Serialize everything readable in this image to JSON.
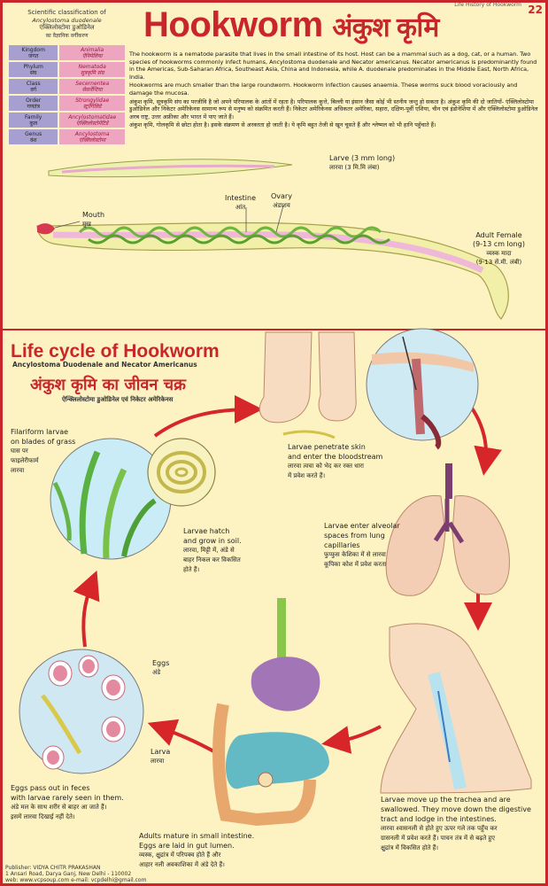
{
  "header": {
    "page_number": "22",
    "series_note": "Life History of Hookworm",
    "title_en": "Hookworm",
    "title_hi": "अंकुश कृमि"
  },
  "classification": {
    "heading": "Scientific classification of",
    "species": "Ancylostoma duodenale",
    "heading_hi": "एंक्लिलोस्टोमा डुओडिनेल",
    "heading_hi2": "का वैज्ञानिक वर्गीकरण",
    "rows": [
      {
        "rank": "Kingdom",
        "rank_hi": "जगत",
        "value": "Animalia",
        "value_hi": "ऐनिमेलिया"
      },
      {
        "rank": "Phylum",
        "rank_hi": "संघ",
        "value": "Nematoda",
        "value_hi": "सूत्रकृमि संघ"
      },
      {
        "rank": "Class",
        "rank_hi": "वर्ग",
        "value": "Secernentea",
        "value_hi": "सेसर्नेन्टिया"
      },
      {
        "rank": "Order",
        "rank_hi": "गणतंत्र",
        "value": "Strongylidae",
        "value_hi": "स्ट्रांगिलिडे"
      },
      {
        "rank": "Family",
        "rank_hi": "कुल",
        "value": "Ancylostomatidae",
        "value_hi": "एंक्लिलोस्टोमेटिडे"
      },
      {
        "rank": "Genus",
        "rank_hi": "वंश",
        "value": "Ancylostoma",
        "value_hi": "एंक्लिलोस्टोमा"
      }
    ]
  },
  "intro": {
    "p1": "The hookworm is a nematode parasite that lives in the small intestine of its host. Host can be a mammal such as a dog, cat, or a human. Two species of hookworms commonly infect humans, Ancylostoma duodenale and Necator americanus. Necator americanus is predominantly found in the Americas, Sub-Saharan Africa, Southeast Asia, China and Indonesia, while A. duodenale predominates in the Middle East, North Africa, India.",
    "p2": "Hookworms are much smaller than the large roundworm. Hookworm infection causes anaemia. These worms suck blood voraciously and damage the mucosa.",
    "p3_hi": "अंकुश कृमि, सूत्रकृमि संघ का परजीवि है जो अपने परिपालक के आंतों में रहता है। परिपालक कुत्ते, बिल्ली या इंसान जैसा कोई भी स्तनीय जन्तु हो सकता है। अंकुश कृमि की दो जातियाँ- एंक्लिलोस्टोमा डुओडिनेल और निकेटर अमेरिकेनस सामान्य रूप से मनुष्य को संक्रमित करती हैं। निकेटर अमेरिकेनस अधिकतर अमेरिका, सहारा, दक्षिण-पूर्वी एशिया, चीन एवं इंडोनेशिया में और एंक्लिलोस्टोमा डुओडिनेल अरब राष्ट्र, उत्तर अफ्रीका और भारत में पाए जाते हैं।",
    "p4_hi": "अंकुश कृमि, गोलकृमि से छोटा होता है। इसके संक्रमण से अरक्तता हो जाती है। ये कृमि बहुत तेजी से खून चूसते हैं और श्लेष्मल को भी हानि पहुँचाते हैं।"
  },
  "anatomy": {
    "larva_en": "Larve (3 mm long)",
    "larva_hi": "लारवा (3 मि.मि लंबा)",
    "intestine_en": "Intestine",
    "intestine_hi": "आंत",
    "ovary_en": "Ovary",
    "ovary_hi": "अंडाशय",
    "mouth_en": "Mouth",
    "mouth_hi": "मुख",
    "female_en_1": "Adult Female",
    "female_en_2": "(9-13 cm long)",
    "female_hi_1": "व्यस्क मादा",
    "female_hi_2": "(9-13 सें.मी. लंबी)"
  },
  "lifecycle": {
    "title": "Life cycle of Hookworm",
    "subtitle": "Ancylostoma Duodenale and Necator Americanus",
    "title_hi": "अंकुश कृमि का जीवन चक्र",
    "subtitle_hi": "ऐन्क्लिलोस्टोमा डुओडिनेल एवं निकेटर अमेरिकेनस",
    "steps": {
      "filariform_en_1": "Filariform larvae",
      "filariform_en_2": "on blades of grass",
      "filariform_hi_1": "घास पर",
      "filariform_hi_2": "फाइलेरीफार्म",
      "filariform_hi_3": "लारवा",
      "penetrate_en_1": "Larvae penetrate skin",
      "penetrate_en_2": "and enter the bloodstream",
      "penetrate_hi_1": "लारवा त्वचा को भेद कर रक्त धारा",
      "penetrate_hi_2": "में प्रवेश करते हैं।",
      "hatch_en_1": "Larvae hatch",
      "hatch_en_2": "and grow in soil.",
      "hatch_hi_1": "लारवा, मिट्टी में, अंडे से",
      "hatch_hi_2": "बाहर निकल कर विकसित",
      "hatch_hi_3": "होते हैं।",
      "alveolar_en_1": "Larvae enter alveolar",
      "alveolar_en_2": "spaces from lung",
      "alveolar_en_3": "capillaries",
      "alveolar_hi_1": "फुप्फुस केशिका में से लारवा",
      "alveolar_hi_2": "कूपिका कोश में प्रवेश करता",
      "eggs_en": "Eggs",
      "eggs_hi": "अंडे",
      "larva_en": "Larva",
      "larva_hi": "लारवा",
      "feces_en_1": "Eggs pass out in feces",
      "feces_en_2": "with larvae rarely seen in them.",
      "feces_hi_1": "अंडे मल के साथ शरीर से बाहर आ जाते हैं।",
      "feces_hi_2": "इसमें लारवा दिखाई नहीं देते।",
      "adults_en_1": "Adults mature in small intestine.",
      "adults_en_2": "Eggs are laid in gut lumen.",
      "adults_hi_1": "व्यस्क, क्षुद्रांत्र में परिपक्व होते हैं और",
      "adults_hi_2": "आहार नली अवकाशिका में अंडे देते हैं।",
      "trachea_en_1": "Larvae move up the trachea and are",
      "trachea_en_2": "swallowed. They move down the digestive",
      "trachea_en_3": "tract and lodge in the intestines.",
      "trachea_hi_1": "लारवा श्वासनली से होते हुए ऊपर गले तक पहुँच कर",
      "trachea_hi_2": "ग्रासनली में प्रवेश करते हैं। पाचन तंत्र में से बढ़ते हुए",
      "trachea_hi_3": "क्षुद्रांत्र में विकसित होते हैं।"
    }
  },
  "publisher": {
    "line1": "Publisher: VIDYA CHITR PRAKASHAN",
    "line2": "1 Ansari Road, Darya Ganj, New Delhi - 110002",
    "line3": "web: www.vcpsoup.com  e-mail: vcpdelhi@gmail.com"
  },
  "colors": {
    "border": "#c8262b",
    "background": "#fdf3c2",
    "worm_body": "#f2f0a8",
    "intestine": "#f0b8d8",
    "ovary": "#6fb43f",
    "arrow": "#d6262a"
  }
}
